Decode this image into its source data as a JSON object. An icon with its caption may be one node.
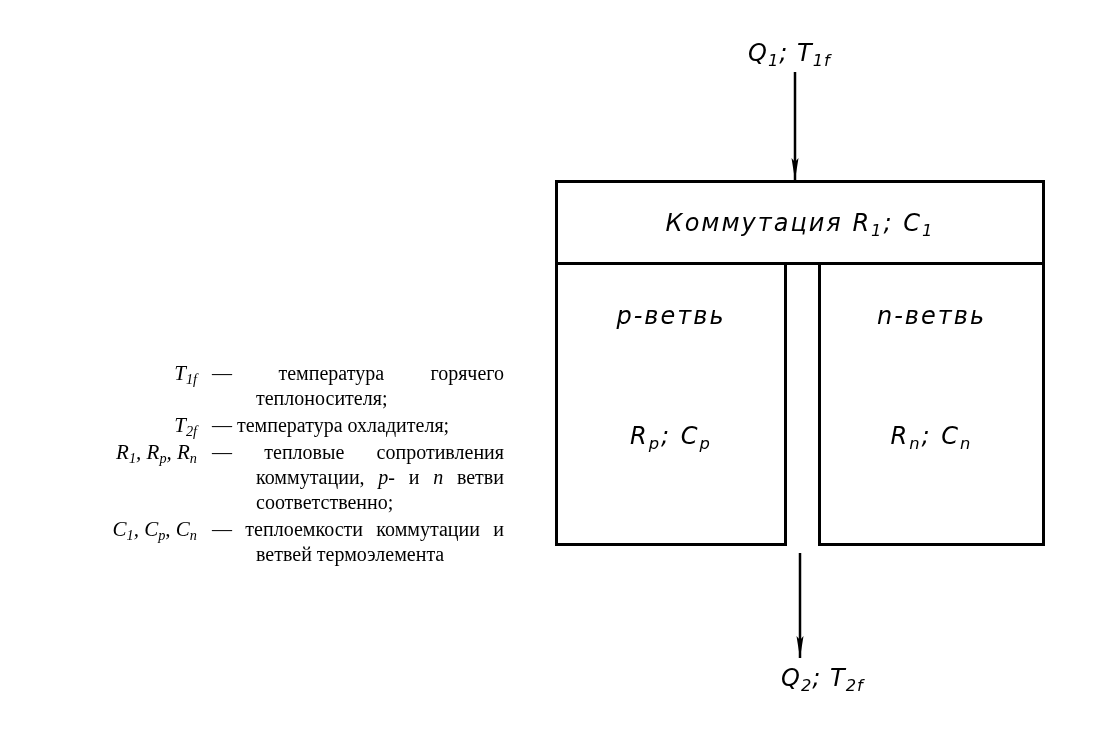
{
  "diagram": {
    "nodes": [
      {
        "text": [
          "Q$_{1}$; T$_{1f}$"
        ]
      },
      {
        "text": [
          "Коммутация R$_{1}$; C$_{1}$"
        ]
      },
      {
        "text": [
          "p-ветвь",
          "R$_{p}$; C$_{p}$"
        ]
      },
      {
        "text": [
          "n-ветвь",
          "R$_{n}$; C$_{n}$"
        ]
      },
      {
        "text": [
          "Q$_{2}$; T$_{2f}$"
        ]
      }
    ],
    "edges": [
      {
        "from": 0,
        "to": 1,
        "arrow": "to"
      },
      {
        "from": null,
        "to": 4,
        "arrow": "to"
      }
    ],
    "labels": [
      "T$_{1f}$",
      "— температура горячего теплоносителя;",
      "T$_{2f}$",
      "— температура охладителя;",
      "R$_{1}$, R$_{p}$, R$_{n}$",
      "— тепловые сопротивления коммутации, *p*- и *n* ветви соответственно;",
      "C$_{1}$, C$_{p}$, C$_{n}$",
      "— теплоемкости коммутации и ветвей термоэлемента"
    ]
  }
}
